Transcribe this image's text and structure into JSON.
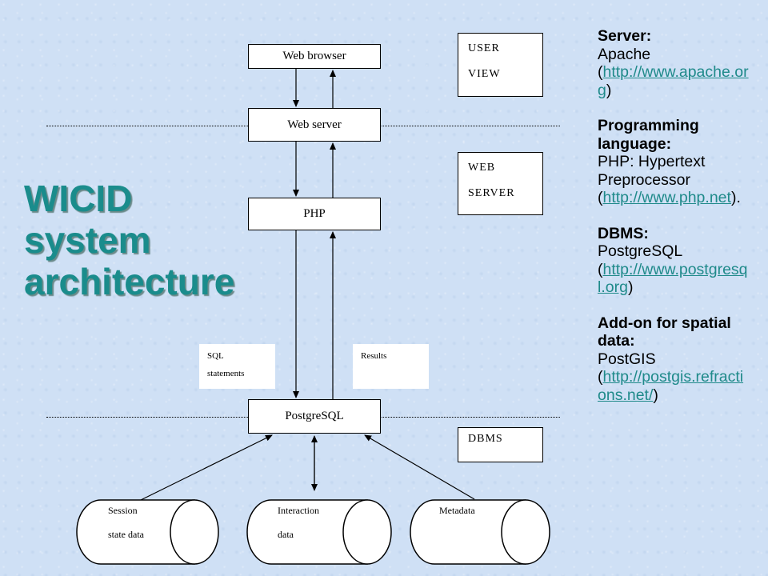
{
  "title": {
    "line1": "WICID",
    "line2": "system",
    "line3": "architecture"
  },
  "diagram": {
    "nodes": {
      "web_browser": "Web browser",
      "web_server": "Web server",
      "php": "PHP",
      "postgresql": "PostgreSQL"
    },
    "tier_labels": {
      "user_view_1": "USER",
      "user_view_2": "VIEW",
      "web_server_1": "WEB",
      "web_server_2": "SERVER",
      "dbms": "DBMS"
    },
    "notes": {
      "sql_1": "SQL",
      "sql_2": "statements",
      "results": "Results"
    },
    "stores": {
      "session_1": "Session",
      "session_2": "state data",
      "interaction_1": "Interaction",
      "interaction_2": "data",
      "metadata": "Metadata"
    }
  },
  "sidebar": {
    "server": {
      "heading": "Server:",
      "name": "Apache",
      "link": "http://www.apache.org"
    },
    "language": {
      "heading": "Programming language:",
      "name": "PHP: Hypertext Preprocessor",
      "link": "http://www.php.net",
      "suffix": "."
    },
    "dbms": {
      "heading": "DBMS:",
      "name": "PostgreSQL",
      "link": "http://www.postgresql.org"
    },
    "spatial": {
      "heading": "Add-on for spatial data:",
      "name": "PostGIS",
      "link": "http://postgis.refractions.net/"
    }
  }
}
